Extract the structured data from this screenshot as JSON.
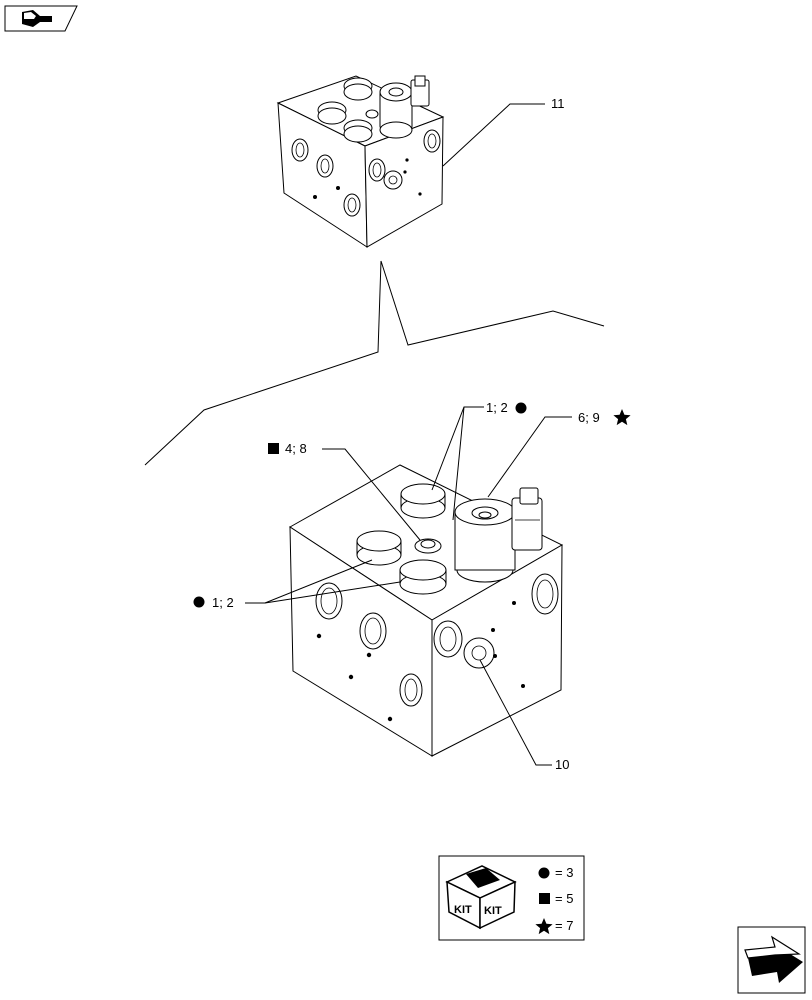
{
  "callouts": {
    "c11": "11",
    "c12_top": "1; 2",
    "c69": "6; 9",
    "c48": "4; 8",
    "c12_left": "1; 2",
    "c10": "10"
  },
  "kit": {
    "label_left": "KIT",
    "label_right": "KIT",
    "rows": [
      {
        "symbol": "circle",
        "text": "= 3"
      },
      {
        "symbol": "square",
        "text": "= 5"
      },
      {
        "symbol": "star",
        "text": "= 7"
      }
    ]
  },
  "nav": {
    "top_icon": "back-arrow-icon",
    "bottom_icon": "next-page-arrow-icon"
  }
}
